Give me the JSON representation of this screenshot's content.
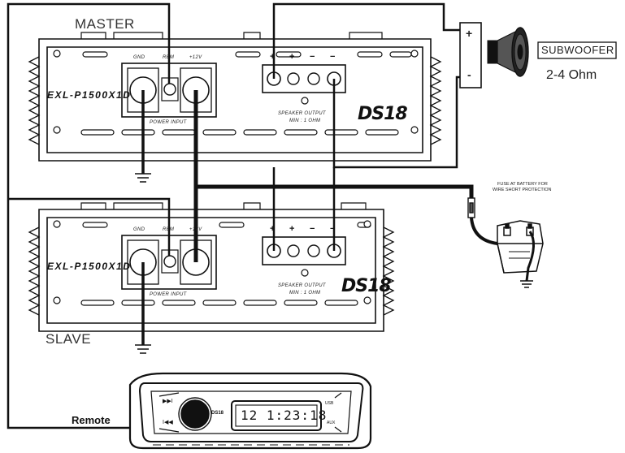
{
  "master": {
    "role_label": "MASTER",
    "model": "EXL-P1500X1D",
    "gnd_label": "GND",
    "rem_label": "REM",
    "v12_label": "+12V",
    "power_input_label": "POWER INPUT",
    "speaker_output_label": "SPEAKER OUTPUT",
    "min_ohm_label": "MIN : 1 OHM",
    "terminal_signs": [
      "+",
      "+",
      "−",
      "−"
    ],
    "brand": "DS18"
  },
  "slave": {
    "role_label": "SLAVE",
    "model": "EXL-P1500X1D",
    "gnd_label": "GND",
    "rem_label": "REM",
    "v12_label": "+12V",
    "power_input_label": "POWER INPUT",
    "speaker_output_label": "SPEAKER OUTPUT",
    "min_ohm_label": "MIN : 1 OHM",
    "terminal_signs": [
      "+",
      "+",
      "−",
      "−"
    ],
    "brand": "DS18"
  },
  "subwoofer": {
    "label": "SUBWOOFER",
    "impedance": "2-4 Ohm",
    "plus": "+",
    "minus": "-"
  },
  "battery": {
    "fuse_note_line1": "FUSE AT BATTERY FOR",
    "fuse_note_line2": "WIRE SHORT PROTECTION"
  },
  "head_unit": {
    "display_time": "12 1:23:18",
    "brand": "DS18",
    "usb_label": "USB",
    "aux_label": "AUX",
    "next_symbol": "▶▶I",
    "prev_symbol": "I◀◀",
    "remote_label": "Remote"
  },
  "colors": {
    "line": "#111111",
    "panel": "#ffffff",
    "fin": "#333333"
  }
}
